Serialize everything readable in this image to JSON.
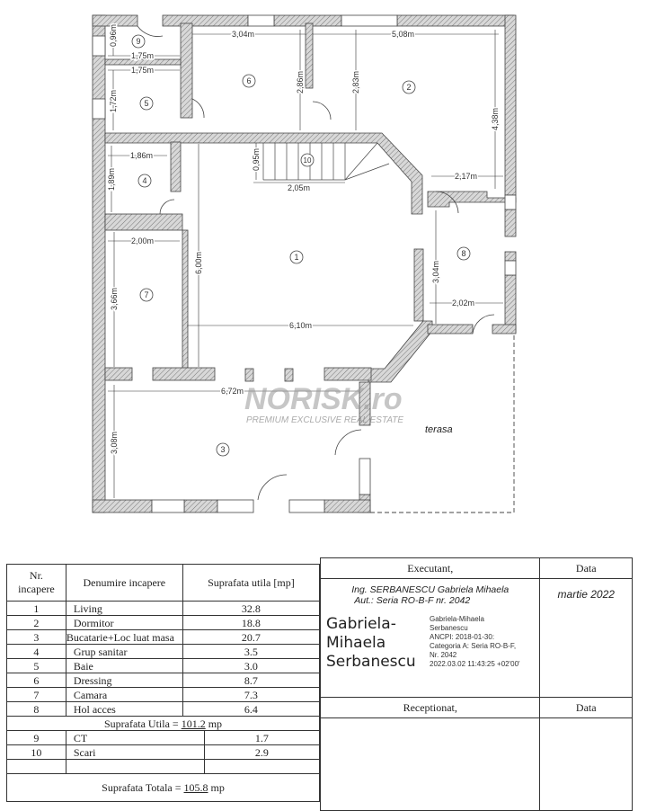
{
  "floor_plan": {
    "rooms": [
      {
        "number": "1",
        "dims": [
          "6,00m",
          "6,10m"
        ]
      },
      {
        "number": "2",
        "dims": [
          "5,08m",
          "2,83m",
          "4,38m"
        ]
      },
      {
        "number": "3",
        "dims": [
          "6,72m",
          "3,08m"
        ]
      },
      {
        "number": "4",
        "dims": [
          "1,86m",
          "1,89m"
        ]
      },
      {
        "number": "5",
        "dims": [
          "1,75m",
          "1,72m"
        ]
      },
      {
        "number": "6",
        "dims": [
          "3,04m",
          "2,86m"
        ]
      },
      {
        "number": "7",
        "dims": [
          "2,00m",
          "3,66m"
        ]
      },
      {
        "number": "8",
        "dims": [
          "2,17m",
          "3,04m",
          "2,02m"
        ]
      },
      {
        "number": "9",
        "dims": [
          "0,96m",
          "1,75m"
        ]
      },
      {
        "number": "10",
        "dims": [
          "0,95m",
          "2,05m"
        ]
      }
    ],
    "terrace_label": "terasa",
    "watermark": {
      "brand": "NORISK.ro",
      "tagline": "PREMIUM EXCLUSIVE REAL ESTATE"
    }
  },
  "room_table": {
    "headers": [
      "Nr. incapere",
      "Denumire incapere",
      "Suprafata utila [mp]"
    ],
    "rows": [
      {
        "nr": "1",
        "name": "Living",
        "area": "32.8"
      },
      {
        "nr": "2",
        "name": "Dormitor",
        "area": "18.8"
      },
      {
        "nr": "3",
        "name": "Bucatarie+Loc luat masa",
        "area": "20.7"
      },
      {
        "nr": "4",
        "name": "Grup sanitar",
        "area": "3.5"
      },
      {
        "nr": "5",
        "name": "Baie",
        "area": "3.0"
      },
      {
        "nr": "6",
        "name": "Dressing",
        "area": "8.7"
      },
      {
        "nr": "7",
        "name": "Camara",
        "area": "7.3"
      },
      {
        "nr": "8",
        "name": "Hol acces",
        "area": "6.4"
      }
    ],
    "useful_label": "Suprafata Utila =",
    "useful_value": "101.2",
    "useful_unit": "mp",
    "extra_rows": [
      {
        "nr": "9",
        "name": "CT",
        "area": "1.7"
      },
      {
        "nr": "10",
        "name": "Scari",
        "area": "2.9"
      }
    ],
    "total_label": "Suprafata Totala =",
    "total_value": "105.8",
    "total_unit": "mp"
  },
  "signature_block": {
    "executant_header": "Executant,",
    "date_header": "Data",
    "engineer_line1": "Ing. SERBANESCU Gabriela Mihaela",
    "engineer_line2": "Aut.: Seria RO-B-F nr. 2042",
    "date_value": "martie 2022",
    "signature_name": [
      "Gabriela-",
      "Mihaela",
      "Serbanescu"
    ],
    "digital_signature": [
      "Gabriela-Mihaela",
      "Serbanescu",
      "ANCPI: 2018-01-30:",
      "Categoria A: Seria RO-B-F,",
      "Nr. 2042",
      "2022.03.02 11:43:25 +02'00'"
    ],
    "receptionat_header": "Receptionat,",
    "receptionat_date_header": "Data"
  }
}
